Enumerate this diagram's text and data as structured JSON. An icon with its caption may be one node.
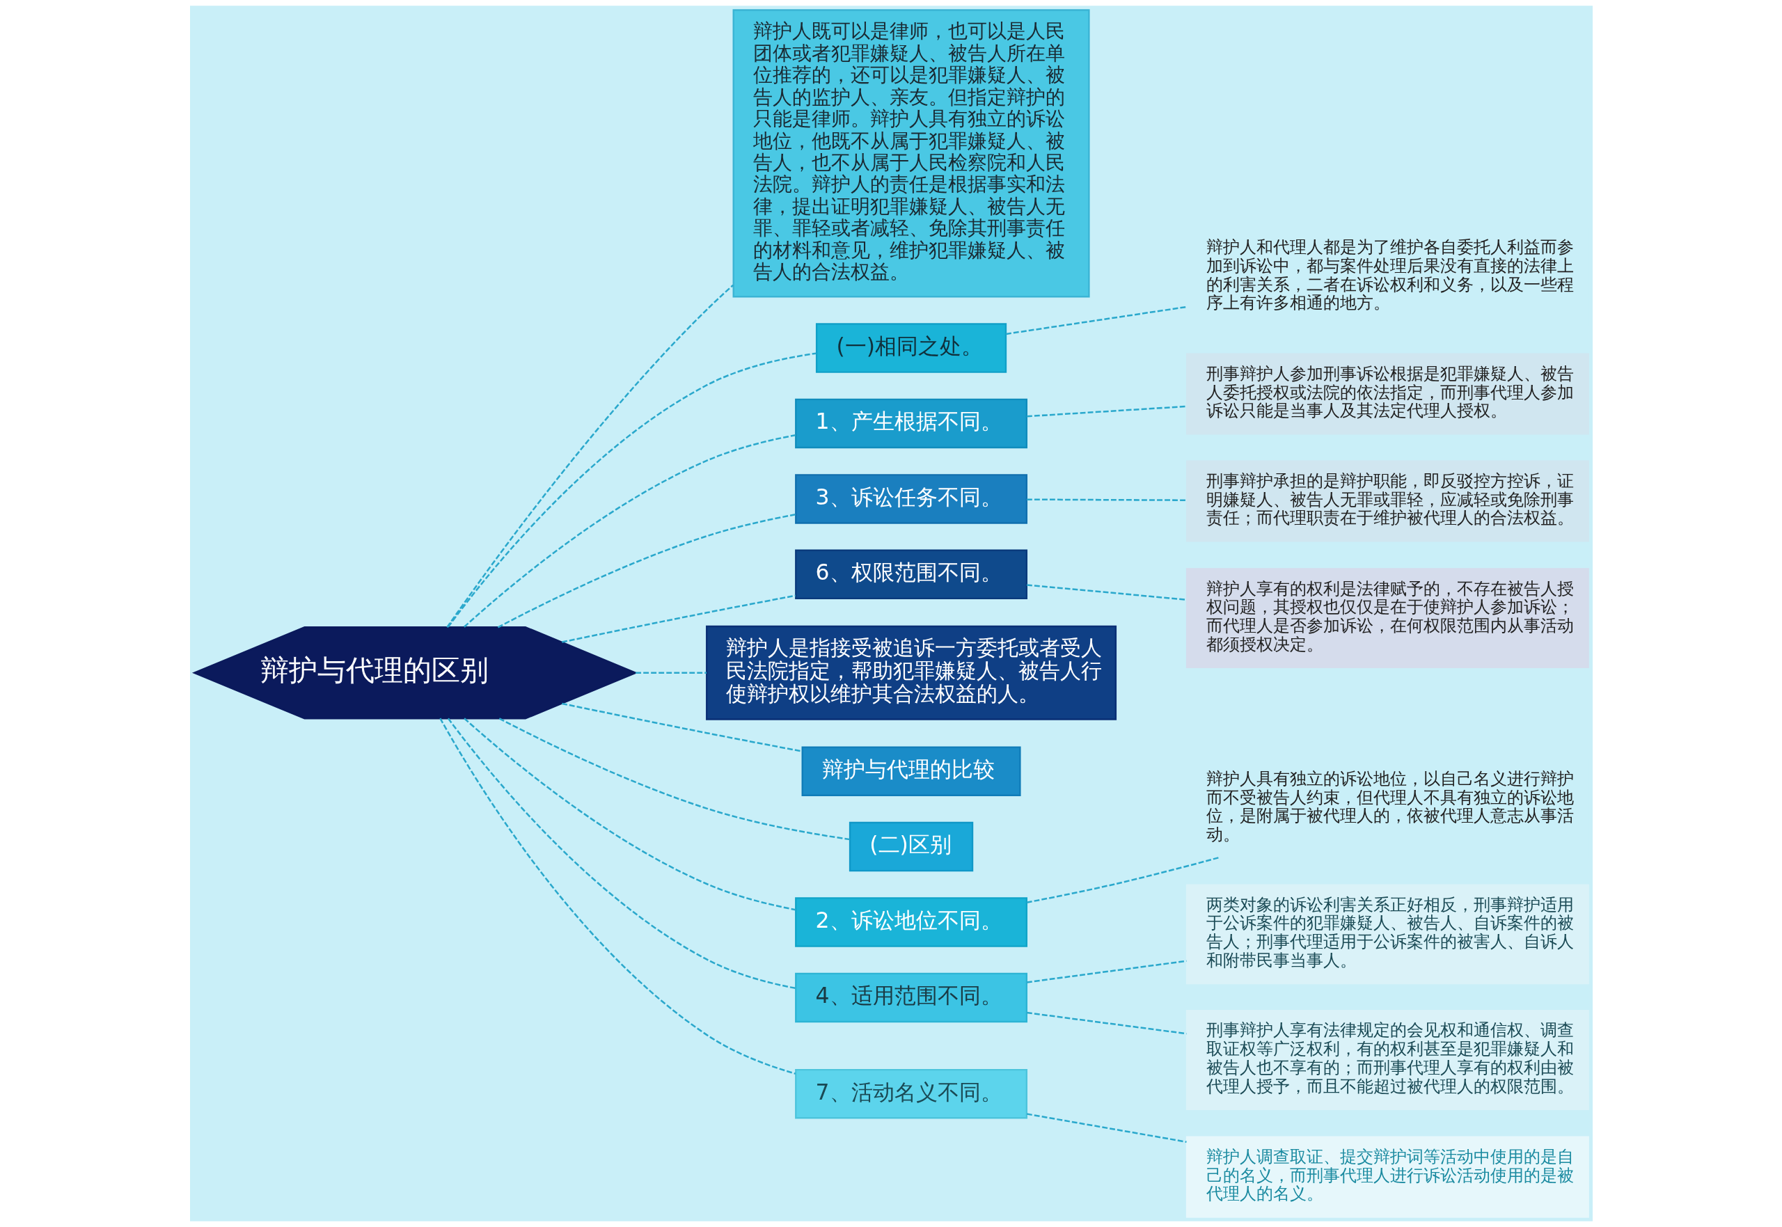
{
  "diagram": {
    "nodes": [
      {
        "text": [
          "辩护与代理的区别"
        ]
      },
      {
        "text": [
          "辩护人既可以是律师，也可以是人民团体或者犯罪嫌疑人、被告人所在单位推荐的，还可以是犯罪嫌疑人、被告人的监护人、亲友。但指定辩护的只能是律师。辩护人具有独立的诉讼地位，他既不从属于犯罪嫌疑人、被告人，也不从属于人民检察院和人民法院。辩护人的责任是根据事实和法律，提出证明犯罪嫌疑人、被告人无罪、罪轻或者减轻、免除其刑事责任的材料和意见，维护犯罪嫌疑人、被告人的合法权益。"
        ]
      },
      {
        "text": [
          "(一)相同之处。"
        ]
      },
      {
        "text": [
          "辩护人和代理人都是为了维护各自委托人利益而参加到诉讼中，都与案件处理后果没有直接的法律上的利害关系，二者在诉讼权利和义务，以及一些程序上有许多相通的地方。"
        ]
      },
      {
        "text": [
          "1、产生根据不同。"
        ]
      },
      {
        "text": [
          "刑事辩护人参加刑事诉讼根据是犯罪嫌疑人、被告人委托授权或法院的依法指定，而刑事代理人参加诉讼只能是当事人及其法定代理人授权。"
        ]
      },
      {
        "text": [
          "3、诉讼任务不同。"
        ]
      },
      {
        "text": [
          "刑事辩护承担的是辩护职能，即反驳控方控诉，证明嫌疑人、被告人无罪或罪轻，应减轻或免除刑事责任；而代理职责在于维护被代理人的合法权益。"
        ]
      },
      {
        "text": [
          "6、权限范围不同。"
        ]
      },
      {
        "text": [
          "辩护人享有的权利是法律赋予的，不存在被告人授权问题，其授权也仅仅是在于使辩护人参加诉讼；而代理人是否参加诉讼，在何权限范围内从事活动都须授权决定。"
        ]
      },
      {
        "text": [
          "辩护人是指接受被追诉一方委托或者受人民法院指定，帮助犯罪嫌疑人、被告人行使辩护权以维护其合法权益的人。"
        ]
      },
      {
        "text": [
          "辩护与代理的比较"
        ]
      },
      {
        "text": [
          "(二)区别"
        ]
      },
      {
        "text": [
          "2、诉讼地位不同。"
        ]
      },
      {
        "text": [
          "辩护人具有独立的诉讼地位，以自己名义进行辩护而不受被告人约束，但代理人不具有独立的诉讼地位，是附属于被代理人的，依被代理人意志从事活动。"
        ]
      },
      {
        "text": [
          "4、适用范围不同。"
        ]
      },
      {
        "text": [
          "两类对象的诉讼利害关系正好相反，刑事辩护适用于公诉案件的犯罪嫌疑人、被告人、自诉案件的被告人；刑事代理适用于公诉案件的被害人、自诉人和附带民事当事人。"
        ]
      },
      {
        "text": [
          "刑事辩护人享有法律规定的会见权和通信权、调查取证权等广泛权利，有的权利甚至是犯罪嫌疑人和被告人也不享有的；而刑事代理人享有的权利由被代理人授予，而且不能超过被代理人的权限范围。"
        ]
      },
      {
        "text": [
          "7、活动名义不同。"
        ]
      },
      {
        "text": [
          "辩护人调查取证、提交辩护词等活动中使用的是自己的名义，而刑事代理人进行诉讼活动使用的是被代理人的名义。"
        ]
      }
    ],
    "edges": [
      {
        "from": 0,
        "to": 1,
        "arrow": "none",
        "style": "dashed"
      },
      {
        "from": 0,
        "to": 2,
        "arrow": "none",
        "style": "dashed"
      },
      {
        "from": 2,
        "to": 3,
        "arrow": "none",
        "style": "dashed"
      },
      {
        "from": 0,
        "to": 4,
        "arrow": "none",
        "style": "dashed"
      },
      {
        "from": 4,
        "to": 5,
        "arrow": "none",
        "style": "dashed"
      },
      {
        "from": 0,
        "to": 6,
        "arrow": "none",
        "style": "dashed"
      },
      {
        "from": 6,
        "to": 7,
        "arrow": "none",
        "style": "dashed"
      },
      {
        "from": 0,
        "to": 8,
        "arrow": "none",
        "style": "dashed"
      },
      {
        "from": 8,
        "to": 9,
        "arrow": "none",
        "style": "dashed"
      },
      {
        "from": 0,
        "to": 10,
        "arrow": "none",
        "style": "dashed"
      },
      {
        "from": 0,
        "to": 11,
        "arrow": "none",
        "style": "dashed"
      },
      {
        "from": 0,
        "to": 12,
        "arrow": "none",
        "style": "dashed"
      },
      {
        "from": 0,
        "to": 13,
        "arrow": "none",
        "style": "dashed"
      },
      {
        "from": 13,
        "to": 14,
        "arrow": "none",
        "style": "dashed"
      },
      {
        "from": 0,
        "to": 15,
        "arrow": "none",
        "style": "dashed"
      },
      {
        "from": 15,
        "to": 16,
        "arrow": "none",
        "style": "dashed"
      },
      {
        "from": 15,
        "to": 17,
        "arrow": "none",
        "style": "dashed"
      },
      {
        "from": 0,
        "to": 18,
        "arrow": "none",
        "style": "dashed"
      },
      {
        "from": 18,
        "to": 19,
        "arrow": "none",
        "style": "dashed"
      }
    ]
  }
}
